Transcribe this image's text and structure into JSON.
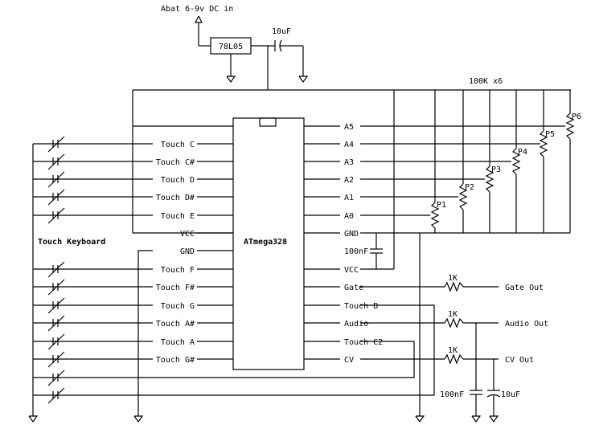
{
  "supply": {
    "input": "Abat 6-9v DC in",
    "regulator": "78L05",
    "cap": "10uF"
  },
  "chip": "ATmega328",
  "pots_label": "100K x6",
  "pots": [
    "P1",
    "P2",
    "P3",
    "P4",
    "P5",
    "P6"
  ],
  "left_pins": [
    "Touch C",
    "Touch C#",
    "Touch D",
    "Touch D#",
    "Touch E",
    "VCC",
    "GND",
    "Touch F",
    "Touch F#",
    "Touch G",
    "Touch A#",
    "Touch A",
    "Touch G#"
  ],
  "right_pins": [
    "A5",
    "A4",
    "A3",
    "A2",
    "A1",
    "A0",
    "GND",
    "VCC",
    "Gate",
    "Touch B",
    "Audio",
    "Touch C2",
    "CV"
  ],
  "keyboard_label": "Touch Keyboard",
  "decoupling_cap": "100nF",
  "outputs": [
    {
      "resistor": "1K",
      "label": "Gate Out"
    },
    {
      "resistor": "1K",
      "label": "Audio Out"
    },
    {
      "resistor": "1K",
      "label": "CV Out"
    }
  ],
  "filter_caps": [
    "100nF",
    "10uF"
  ]
}
